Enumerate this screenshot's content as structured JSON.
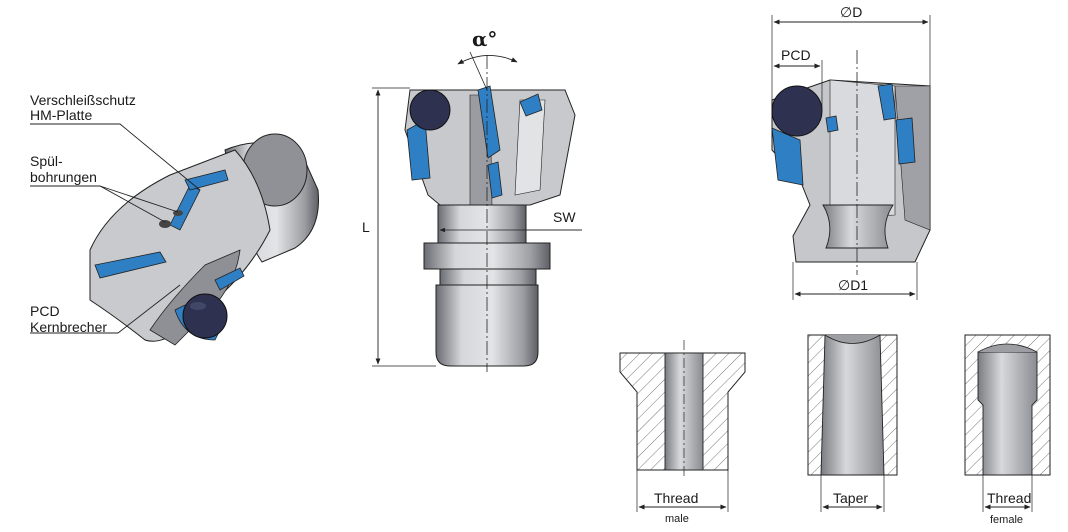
{
  "labels": {
    "wear_protection": "Verschleißschutz",
    "carbide_plate": "HM-Platte",
    "flush_line1": "Spül-",
    "flush_line2": "bohrungen",
    "pcd": "PCD",
    "core_breaker": "Kernbrecher"
  },
  "dimensions": {
    "alpha": "α°",
    "length": "L",
    "wrench_size": "SW",
    "diameter": "∅D",
    "pcd": "PCD",
    "diameter1": "∅D1"
  },
  "connections": [
    {
      "main": "Thread",
      "sub": "male"
    },
    {
      "main": "Taper",
      "sub": ""
    },
    {
      "main": "Thread",
      "sub": "female"
    }
  ],
  "colors": {
    "insert_blue": "#2f7fc4",
    "pcd_dark": "#2e3250",
    "steel_light": "#d2d3d6",
    "steel_mid": "#a9abb0",
    "steel_dark": "#6a6c72",
    "line": "#222222",
    "hatch": "#555555"
  }
}
